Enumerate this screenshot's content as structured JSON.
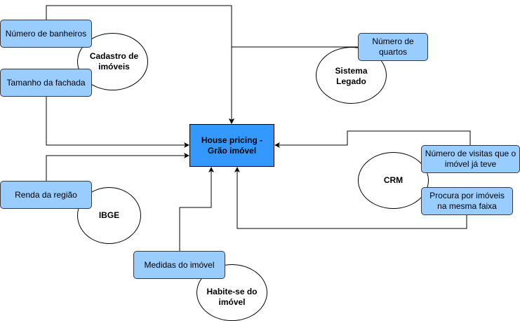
{
  "diagram": {
    "target": {
      "label": "House pricing - Grão imóvel"
    },
    "sources": {
      "cadastro": "Cadastro de imóveis",
      "legado": "Sistema Legado",
      "ibge": "IBGE",
      "crm": "CRM",
      "habite": "Habite-se do imóvel"
    },
    "features": {
      "banheiros": "Número de banheiros",
      "fachada": "Tamanho da fachada",
      "quartos": "Número de quartos",
      "renda": "Renda da região",
      "medidas": "Medidas do imóvel",
      "visitas": "Número de visitas que o imóvel já teve",
      "procura": "Procura por imóveis na mesma faixa"
    },
    "colors": {
      "feature_fill": "#99ccff",
      "target_fill": "#3399ff",
      "source_fill": "#ffffff",
      "edge": "#000000"
    }
  }
}
